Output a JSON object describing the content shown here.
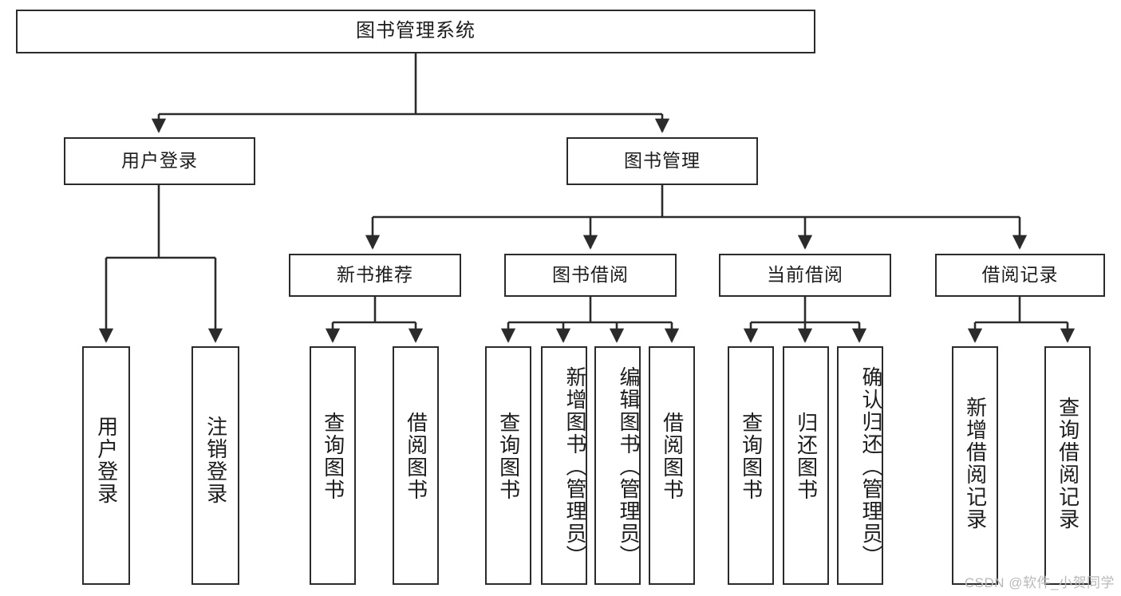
{
  "diagram": {
    "type": "tree",
    "title": "图书管理系统",
    "watermark": "CSDN @软件_小贺同学",
    "colors": {
      "box_border": "#2b2b2b",
      "box_fill": "#ffffff",
      "line": "#2b2b2b",
      "text": "#1c1c1c",
      "watermark": "#b9b9b9"
    },
    "levels": {
      "root": {
        "label": "图书管理系统"
      },
      "level2": [
        {
          "id": "user-login",
          "label": "用户登录"
        },
        {
          "id": "book-manage",
          "label": "图书管理"
        }
      ],
      "level3": [
        {
          "id": "new-book-recommend",
          "label": "新书推荐",
          "parent": "book-manage"
        },
        {
          "id": "book-borrow",
          "label": "图书借阅",
          "parent": "book-manage"
        },
        {
          "id": "current-borrow",
          "label": "当前借阅",
          "parent": "book-manage"
        },
        {
          "id": "borrow-record",
          "label": "借阅记录",
          "parent": "book-manage"
        }
      ],
      "leaves": [
        {
          "id": "leaf-user-login",
          "label": "用户登录",
          "parent": "user-login"
        },
        {
          "id": "leaf-logout",
          "label": "注销登录",
          "parent": "user-login"
        },
        {
          "id": "leaf-query-book-1",
          "label": "查询图书",
          "parent": "new-book-recommend"
        },
        {
          "id": "leaf-borrow-book-1",
          "label": "借阅图书",
          "parent": "new-book-recommend"
        },
        {
          "id": "leaf-query-book-2",
          "label": "查询图书",
          "parent": "book-borrow"
        },
        {
          "id": "leaf-add-book",
          "label": "新增图书（管理员）",
          "parent": "book-borrow"
        },
        {
          "id": "leaf-edit-book",
          "label": "编辑图书（管理员）",
          "parent": "book-borrow"
        },
        {
          "id": "leaf-borrow-book-2",
          "label": "借阅图书",
          "parent": "book-borrow"
        },
        {
          "id": "leaf-query-book-3",
          "label": "查询图书",
          "parent": "current-borrow"
        },
        {
          "id": "leaf-return-book",
          "label": "归还图书",
          "parent": "current-borrow"
        },
        {
          "id": "leaf-confirm-return",
          "label": "确认归还（管理员）",
          "parent": "current-borrow"
        },
        {
          "id": "leaf-add-record",
          "label": "新增借阅记录",
          "parent": "borrow-record"
        },
        {
          "id": "leaf-query-record",
          "label": "查询借阅记录",
          "parent": "borrow-record"
        }
      ]
    }
  }
}
